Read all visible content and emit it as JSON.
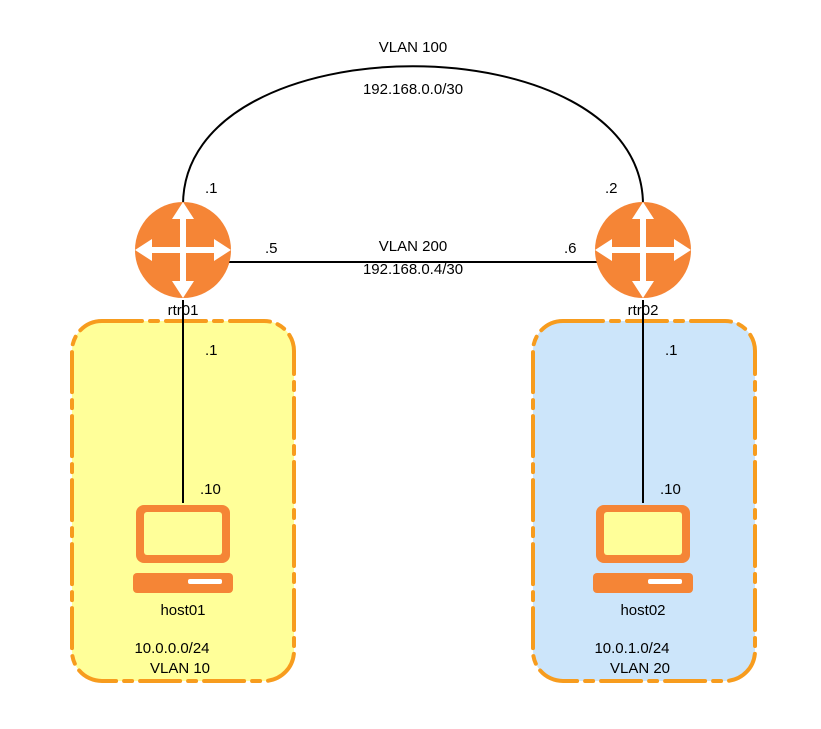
{
  "colors": {
    "router_orange": "#f58536",
    "router_arrow": "#ffffff",
    "dash_orange": "#f79c1e",
    "vlan10_fill": "#ffff99",
    "vlan20_fill": "#cce5fa",
    "host_orange": "#f58536",
    "host_screen": "#ffff99",
    "link": "#000000"
  },
  "links": {
    "vlan100": {
      "name": "VLAN 100",
      "subnet": "192.168.0.0/30",
      "rtr01_addr": ".1",
      "rtr02_addr": ".2"
    },
    "vlan200": {
      "name": "VLAN 200",
      "subnet": "192.168.0.4/30",
      "rtr01_addr": ".5",
      "rtr02_addr": ".6"
    }
  },
  "nodes": {
    "rtr01": {
      "label": "rtr01",
      "icon": "router-icon"
    },
    "rtr02": {
      "label": "rtr02",
      "icon": "router-icon"
    },
    "host01": {
      "label": "host01",
      "icon": "desktop-computer-icon"
    },
    "host02": {
      "label": "host02",
      "icon": "desktop-computer-icon"
    }
  },
  "zones": {
    "vlan10": {
      "name": "VLAN 10",
      "subnet": "10.0.0.0/24",
      "router_addr": ".1",
      "host_addr": ".10"
    },
    "vlan20": {
      "name": "VLAN 20",
      "subnet": "10.0.1.0/24",
      "router_addr": ".1",
      "host_addr": ".10"
    }
  }
}
